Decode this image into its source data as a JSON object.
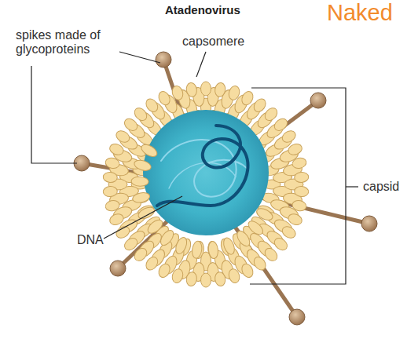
{
  "diagram": {
    "title": "Atadenovirus",
    "labels": [
      "Naked",
      "spikes made of glycoproteins",
      "capsomere",
      "capsid",
      "DNA"
    ]
  }
}
